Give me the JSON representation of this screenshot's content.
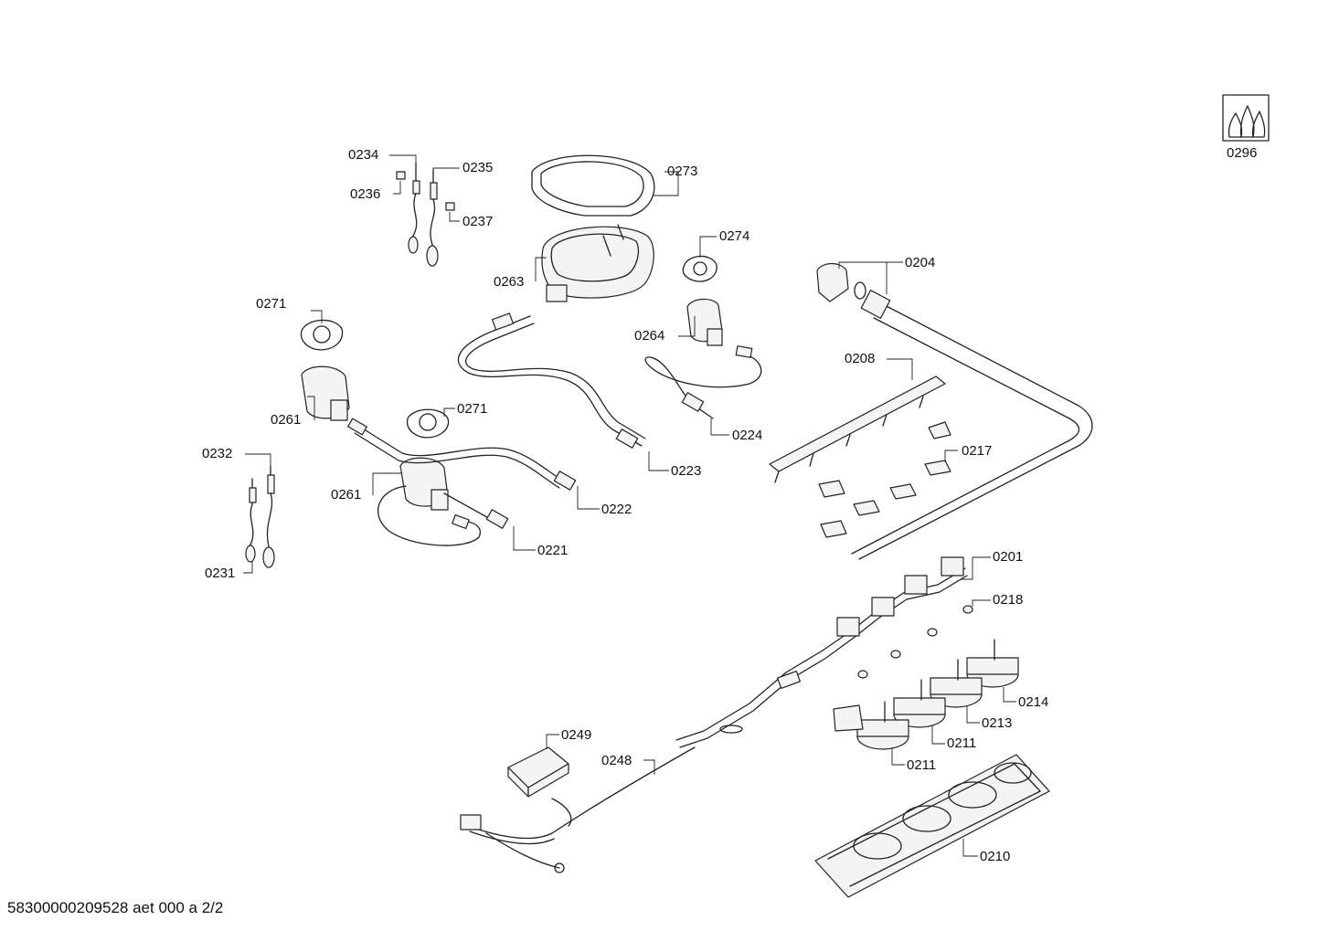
{
  "labels": {
    "p0234": "0234",
    "p0235": "0235",
    "p0236": "0236",
    "p0237": "0237",
    "p0273": "0273",
    "p0274": "0274",
    "p0263": "0263",
    "p0204": "0204",
    "p0264": "0264",
    "p0271a": "0271",
    "p0271b": "0271",
    "p0208": "0208",
    "p0261a": "0261",
    "p0261b": "0261",
    "p0224": "0224",
    "p0232": "0232",
    "p0223": "0223",
    "p0217": "0217",
    "p0222": "0222",
    "p0221": "0221",
    "p0231": "0231",
    "p0201": "0201",
    "p0218": "0218",
    "p0214": "0214",
    "p0213": "0213",
    "p0249": "0249",
    "p0211a": "0211",
    "p0211b": "0211",
    "p0248": "0248",
    "p0210": "0210",
    "p0296": "0296"
  },
  "footer": "58300000209528 aet 000 a 2/2",
  "colors": {
    "line": "#222222",
    "background": "#ffffff"
  },
  "icons": {
    "gas_flame": "gas-flame-icon"
  }
}
